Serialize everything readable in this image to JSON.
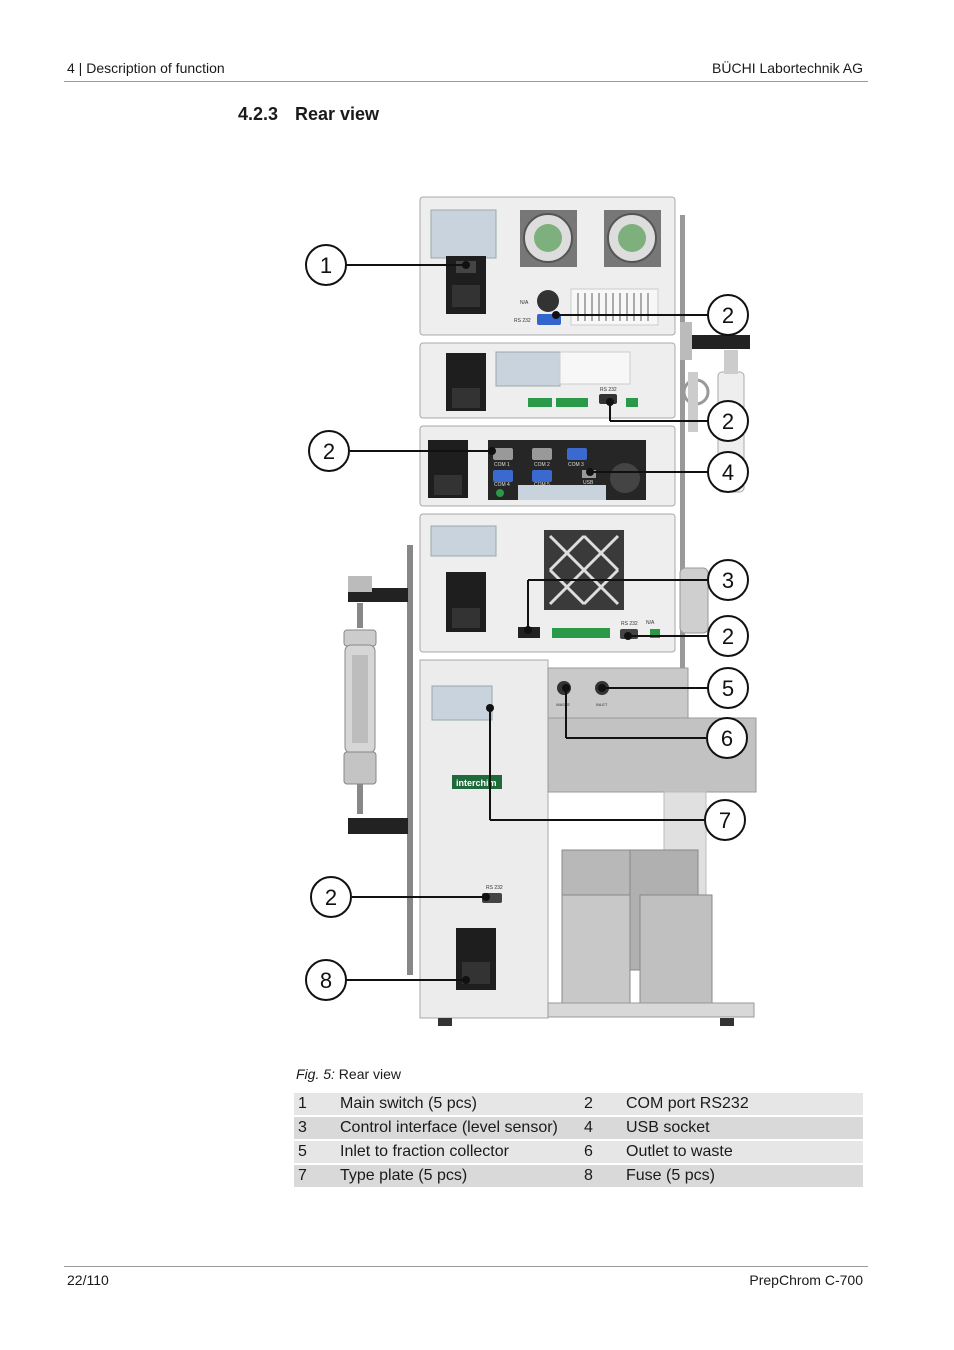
{
  "header": {
    "left": "4 | Description of function",
    "right": "BÜCHI Labortechnik AG"
  },
  "section": {
    "number": "4.2.3",
    "title": "Rear view"
  },
  "figure": {
    "callouts": [
      "1",
      "2",
      "2",
      "2",
      "4",
      "3",
      "2",
      "5",
      "6",
      "7",
      "2",
      "8"
    ],
    "labels": {
      "na": "N/A",
      "rs232": "RS 232",
      "com1": "COM 1",
      "com2": "COM 2",
      "com3": "COM 3",
      "com4": "COM 4",
      "com5": "COM 5",
      "usb": "USB",
      "waste": "WASTE",
      "inlet": "INLET",
      "brand": "interchim"
    }
  },
  "caption": {
    "label": "Fig. 5:",
    "text": "Rear view"
  },
  "legend": [
    {
      "n1": "1",
      "t1": "Main switch (5 pcs)",
      "n2": "2",
      "t2": "COM port RS232"
    },
    {
      "n1": "3",
      "t1": "Control interface (level sensor)",
      "n2": "4",
      "t2": "USB socket"
    },
    {
      "n1": "5",
      "t1": "Inlet to fraction collector",
      "n2": "6",
      "t2": "Outlet to waste"
    },
    {
      "n1": "7",
      "t1": "Type plate (5 pcs)",
      "n2": "8",
      "t2": "Fuse (5 pcs)"
    }
  ],
  "footer": {
    "left": "22/110",
    "right": "PrepChrom C-700"
  }
}
